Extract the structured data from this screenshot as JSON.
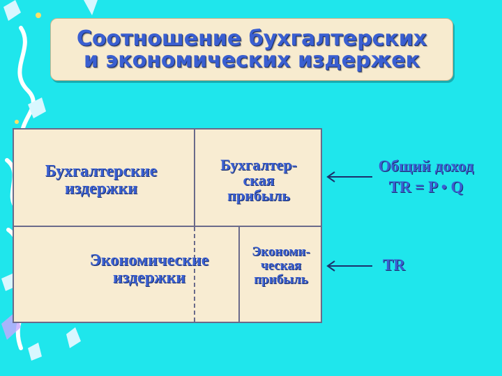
{
  "title": {
    "line1": "Соотношение бухгалтерских",
    "line2": "и экономических издержек"
  },
  "cells": {
    "accounting_costs": [
      "Бухгалтерские",
      "издержки"
    ],
    "accounting_profit": [
      "Бухгалтер-",
      "ская",
      "прибыль"
    ],
    "economic_costs": [
      "Экономические",
      "издержки"
    ],
    "economic_profit": [
      "Экономи-",
      "ческая",
      "прибыль"
    ]
  },
  "labels": {
    "total_revenue": "Общий доход",
    "formula": "TR = P • Q",
    "tr": "TR"
  },
  "colors": {
    "background": "#1fe6ec",
    "text": "#3a5fd1",
    "box_fill": "#f8ecd2"
  }
}
